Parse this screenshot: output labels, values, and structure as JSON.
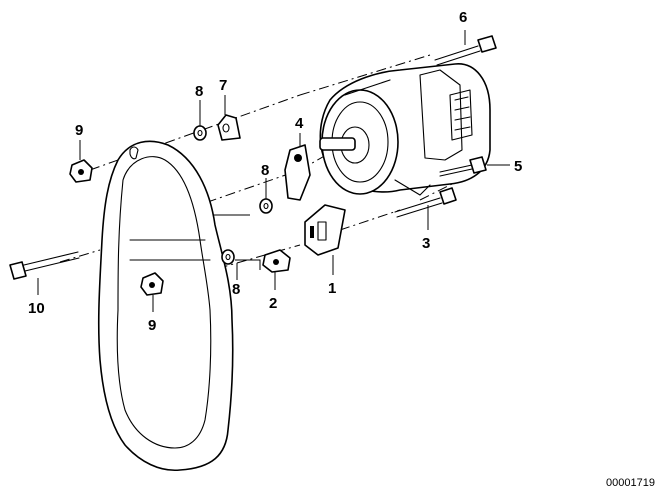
{
  "callouts": {
    "c1": "1",
    "c2": "2",
    "c3": "3",
    "c4": "4",
    "c5": "5",
    "c6": "6",
    "c7": "7",
    "c8a": "8",
    "c8b": "8",
    "c8c": "8",
    "c9a": "9",
    "c9b": "9",
    "c10": "10"
  },
  "document_number": "00001719"
}
